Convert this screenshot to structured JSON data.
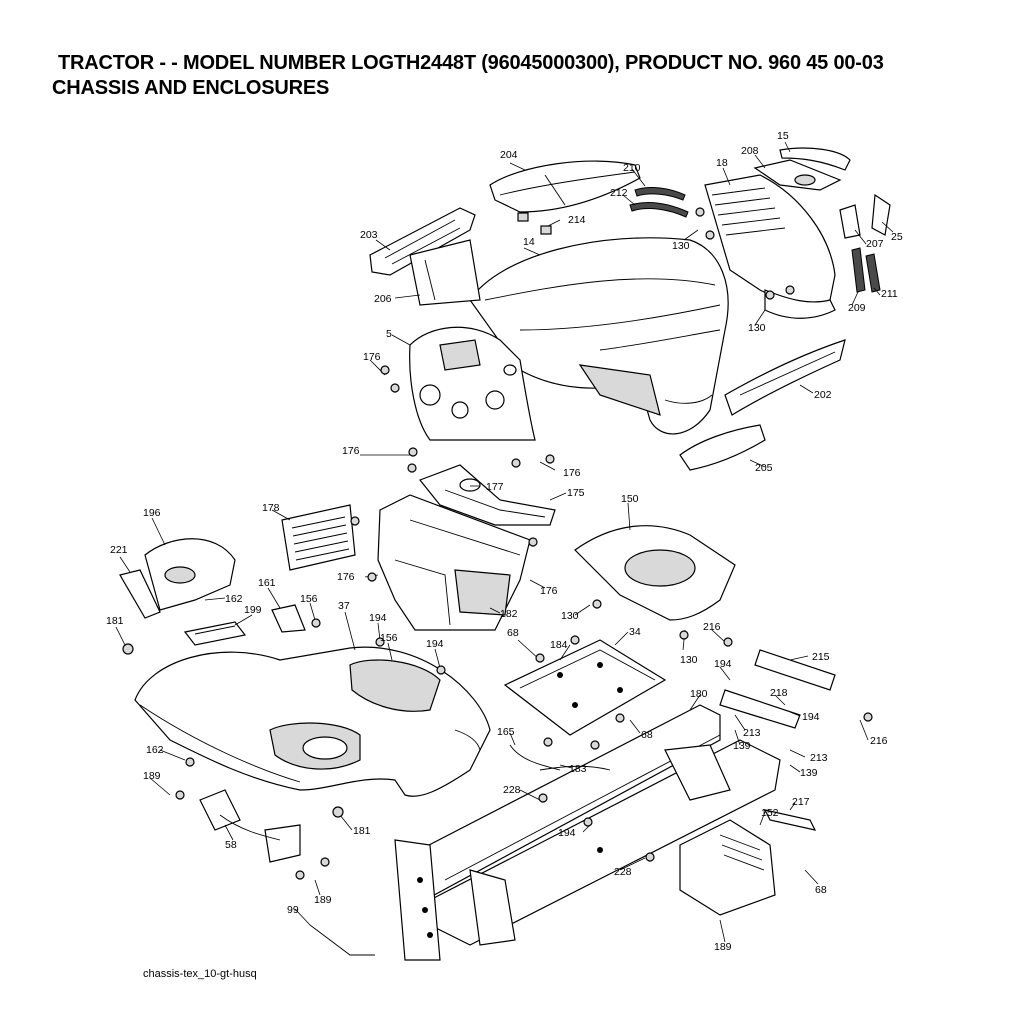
{
  "header": {
    "title": "TRACTOR - - MODEL NUMBER LOGTH2448T (96045000300), PRODUCT NO. 960 45 00-03",
    "subtitle": "CHASSIS AND ENCLOSURES"
  },
  "footer": {
    "drawing_id": "chassis-tex_10-gt-husq"
  },
  "callouts": {
    "c15": "15",
    "c18": "18",
    "c208": "208",
    "c204": "204",
    "c210": "210",
    "c212": "212",
    "c214": "214",
    "c203": "203",
    "c14": "14",
    "c25": "25",
    "c207": "207",
    "c209": "209",
    "c211": "211",
    "c130a": "130",
    "c130b": "130",
    "c206": "206",
    "c5": "5",
    "c176a": "176",
    "c202": "202",
    "c176b": "176",
    "c176c": "176",
    "c205": "205",
    "c177": "177",
    "c175": "175",
    "c178": "178",
    "c196": "196",
    "c150": "150",
    "c221": "221",
    "c176d": "176",
    "c176e": "176",
    "c162a": "162",
    "c161": "161",
    "c156a": "156",
    "c199": "199",
    "c37": "37",
    "c194a": "194",
    "c182": "182",
    "c130c": "130",
    "c181a": "181",
    "c156b": "156",
    "c194b": "194",
    "c68a": "68",
    "c184": "184",
    "c34": "34",
    "c130d": "130",
    "c216a": "216",
    "c215": "215",
    "c194c": "194",
    "c180": "180",
    "c218": "218",
    "c194d": "194",
    "c213a": "213",
    "c139a": "139",
    "c68b": "68",
    "c162b": "162",
    "c165": "165",
    "c216b": "216",
    "c213b": "213",
    "c139b": "139",
    "c183": "183",
    "c189a": "189",
    "c228a": "228",
    "c217": "217",
    "c181b": "181",
    "c194e": "194",
    "c152": "152",
    "c58": "58",
    "c228b": "228",
    "c68c": "68",
    "c189b": "189",
    "c99": "99",
    "c189c": "189"
  }
}
